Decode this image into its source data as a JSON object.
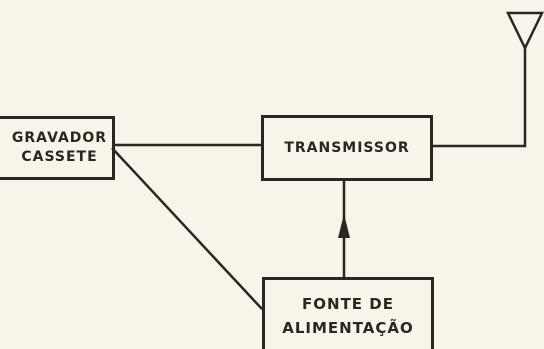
{
  "blocks": {
    "recorder": "GRAVADOR\nCASSETE",
    "transmitter": "TRANSMISSOR",
    "power_supply": "FONTE  DE\nALIMENTAÇÃO"
  },
  "colors": {
    "ink": "#2a2622",
    "paper": "#f8f4ea"
  },
  "icons": {
    "antenna": "antenna-icon",
    "arrow": "arrowhead-up"
  }
}
